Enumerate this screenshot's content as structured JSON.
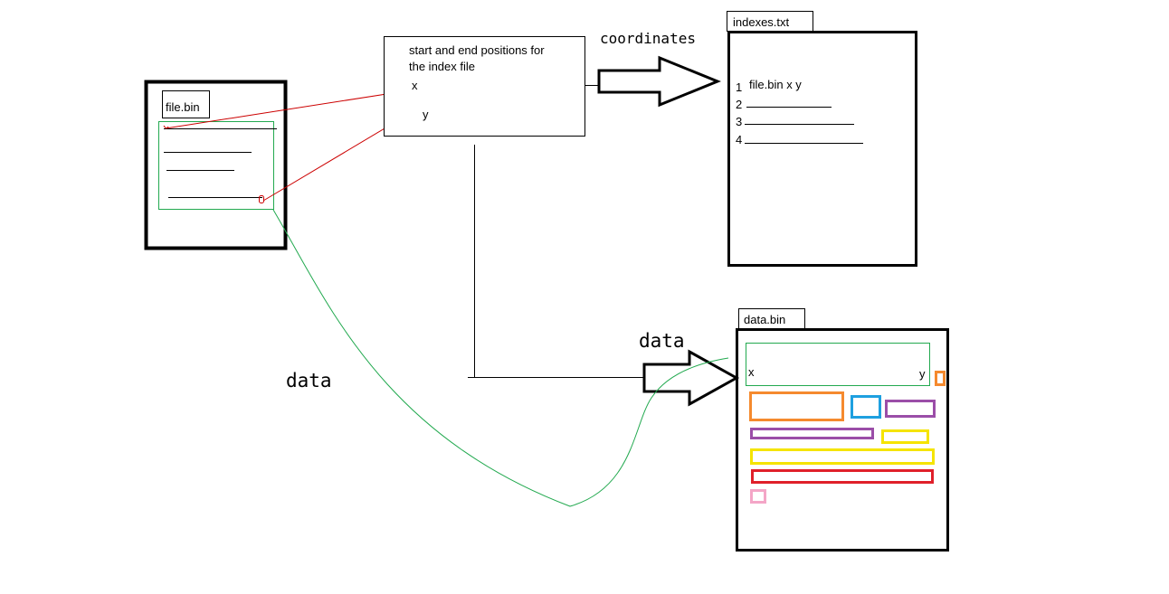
{
  "source_file": {
    "label": "file.bin"
  },
  "position_box": {
    "line1": "start and end positions for",
    "line2": "the index file",
    "x_label": "x",
    "y_label": "y"
  },
  "arrow_coordinates_label": "coordinates",
  "index_file": {
    "label": "indexes.txt",
    "rows": [
      {
        "num": "1",
        "text": "file.bin x y"
      },
      {
        "num": "2",
        "text": ""
      },
      {
        "num": "3",
        "text": ""
      },
      {
        "num": "4",
        "text": ""
      }
    ]
  },
  "arrow_data_label": "data",
  "curve_data_label": "data",
  "data_file": {
    "label": "data.bin",
    "x_label": "x",
    "y_label": "y"
  },
  "colors": {
    "green": "#22a94f",
    "red": "#cc0000",
    "orange": "#f58a2e",
    "blue": "#1ea0e0",
    "purple": "#9b4ea8",
    "yellow": "#f5e400",
    "crimson": "#e0202a",
    "pink": "#f4a6c7"
  }
}
